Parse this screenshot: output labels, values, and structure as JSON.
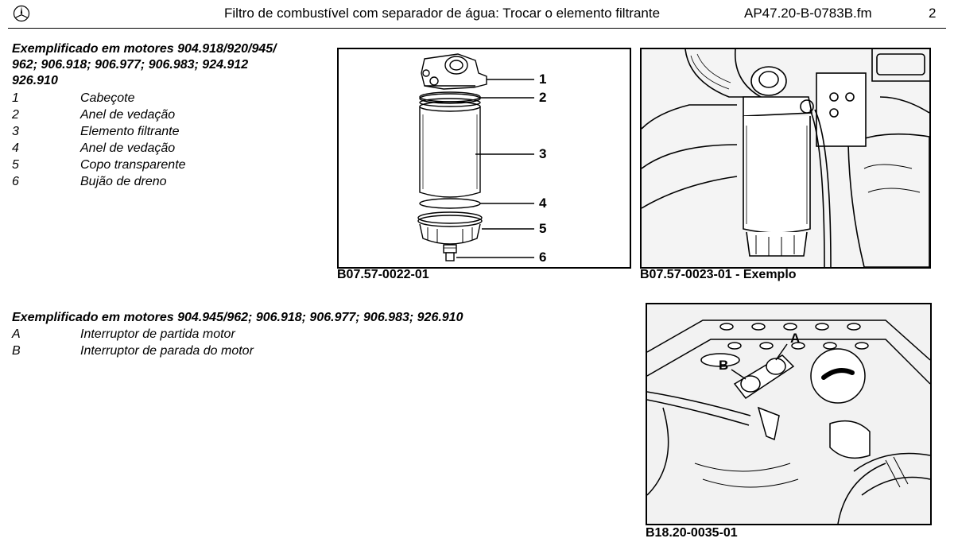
{
  "header": {
    "title": "Filtro de combustível com separador de água: Trocar o elemento filtrante",
    "file": "AP47.20-B-0783B.fm",
    "page": "2",
    "logo_icon": "mercedes-star-icon"
  },
  "section1": {
    "title_line1": "Exemplificado em motores 904.918/920/945/",
    "title_line2": "962; 906.918; 906.977; 906.983; 924.912",
    "title_line3": "926.910",
    "legend": [
      {
        "key": "1",
        "label": "Cabeçote"
      },
      {
        "key": "2",
        "label": "Anel de vedação"
      },
      {
        "key": "3",
        "label": "Elemento filtrante"
      },
      {
        "key": "4",
        "label": "Anel de vedação"
      },
      {
        "key": "5",
        "label": "Copo transparente"
      },
      {
        "key": "6",
        "label": "Bujão de dreno"
      }
    ]
  },
  "section2": {
    "title": "Exemplificado em motores 904.945/962; 906.918; 906.977; 906.983; 926.910",
    "legend": [
      {
        "key": "A",
        "label": "Interruptor de partida motor"
      },
      {
        "key": "B",
        "label": "Interruptor de parada do motor"
      }
    ]
  },
  "figures": {
    "fig1": {
      "caption": "B07.57-0022-01",
      "callouts": [
        "1",
        "2",
        "3",
        "4",
        "5",
        "6"
      ]
    },
    "fig2": {
      "caption": "B07.57-0023-01 - Exemplo"
    },
    "fig3": {
      "caption": "B18.20-0035-01",
      "callouts": [
        "A",
        "B"
      ]
    }
  }
}
